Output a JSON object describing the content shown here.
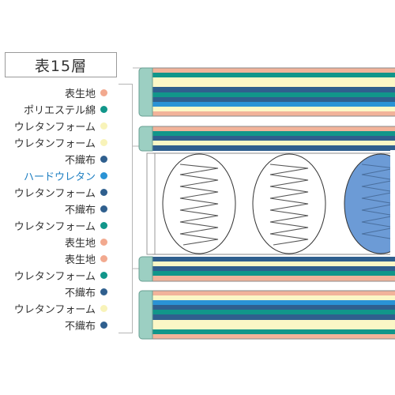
{
  "title": "表15層",
  "colors": {
    "salmon": "#f2b39a",
    "teal": "#11968a",
    "cream": "#fbf7c6",
    "navy": "#2f5f8e",
    "blue": "#2a93d5",
    "spring": "#6c9bd6",
    "frame": "#9ccfc2"
  },
  "legend": [
    {
      "label": "表生地",
      "color": "#f2a98f"
    },
    {
      "label": "ポリエステル綿",
      "color": "#11968a"
    },
    {
      "label": "ウレタンフォーム",
      "color": "#f8f3b9"
    },
    {
      "label": "ウレタンフォーム",
      "color": "#f8f3b9"
    },
    {
      "label": "不織布",
      "color": "#2f5f8e"
    },
    {
      "label": "ハードウレタン",
      "color": "#2a93d5",
      "highlight": true
    },
    {
      "label": "ウレタンフォーム",
      "color": "#2f5f8e"
    },
    {
      "label": "不織布",
      "color": "#2f5f8e"
    },
    {
      "label": "ウレタンフォーム",
      "color": "#11968a"
    },
    {
      "label": "表生地",
      "color": "#f2a98f"
    },
    {
      "label": "表生地",
      "color": "#f2a98f"
    },
    {
      "label": "ウレタンフォーム",
      "color": "#11968a"
    },
    {
      "label": "不織布",
      "color": "#2f5f8e"
    },
    {
      "label": "ウレタンフォーム",
      "color": "#f8f3b9"
    },
    {
      "label": "不織布",
      "color": "#2f5f8e"
    }
  ]
}
